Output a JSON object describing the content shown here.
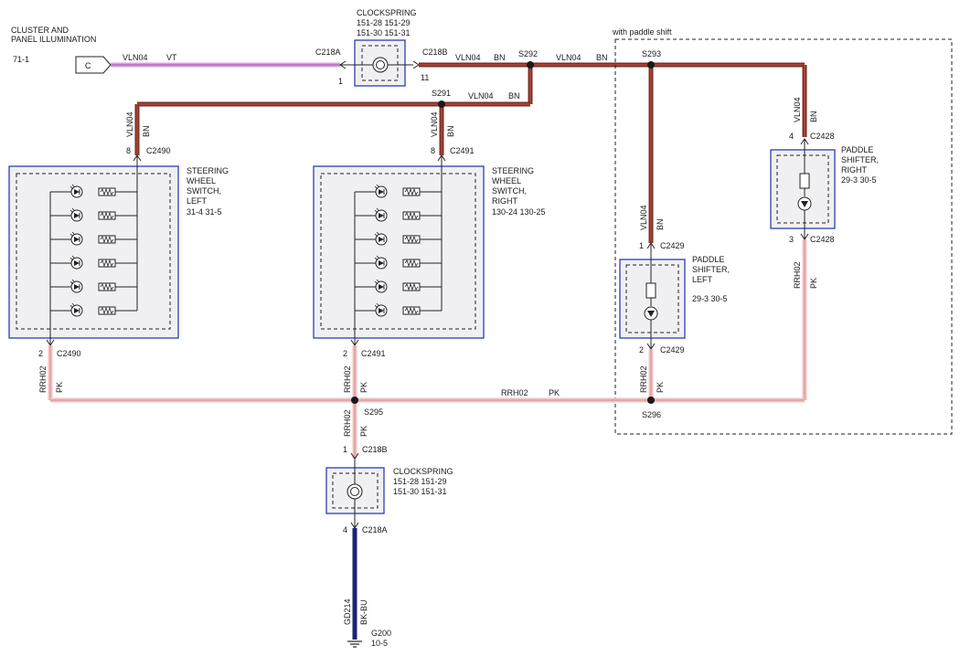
{
  "cluster_illumination": {
    "title_line1": "CLUSTER AND",
    "title_line2": "PANEL ILLUMINATION",
    "ref": "71-1",
    "connector_letter": "C"
  },
  "clockspring_top": {
    "title": "CLOCKSPRING",
    "refs_line1": "151-28  151-29",
    "refs_line2": "151-30  151-31",
    "connector_a": "C218A",
    "connector_b": "C218B",
    "pin_a": "1",
    "pin_b": "11"
  },
  "clockspring_bottom": {
    "title": "CLOCKSPRING",
    "refs_line1": "151-28  151-29",
    "refs_line2": "151-30  151-31",
    "connector_in": "C218B",
    "connector_out": "C218A",
    "pin_in": "1",
    "pin_out": "4"
  },
  "paddle_option_label": "with paddle shift",
  "wires": {
    "vln04": "VLN04",
    "vt": "VT",
    "bn": "BN",
    "rrh02": "RRH02",
    "pk": "PK",
    "gd214": "GD214",
    "bkbu": "BK-BU"
  },
  "splices": {
    "s291": "S291",
    "s292": "S292",
    "s293": "S293",
    "s295": "S295",
    "s296": "S296"
  },
  "switch_left": {
    "title_line1": "STEERING",
    "title_line2": "WHEEL",
    "title_line3": "SWITCH,",
    "title_line4": "LEFT",
    "refs": "31-4   31-5",
    "connector": "C2490",
    "pin_top": "8",
    "pin_bottom": "2"
  },
  "switch_right": {
    "title_line1": "STEERING",
    "title_line2": "WHEEL",
    "title_line3": "SWITCH,",
    "title_line4": "RIGHT",
    "refs": "130-24  130-25",
    "connector": "C2491",
    "pin_top": "8",
    "pin_bottom": "2"
  },
  "paddle_left": {
    "title_line1": "PADDLE",
    "title_line2": "SHIFTER,",
    "title_line3": "LEFT",
    "refs": "29-3    30-5",
    "connector": "C2429",
    "pin_top": "1",
    "pin_bottom": "2"
  },
  "paddle_right": {
    "title_line1": "PADDLE",
    "title_line2": "SHIFTER,",
    "title_line3": "RIGHT",
    "refs": "29-3    30-5",
    "connector": "C2428",
    "pin_top": "4",
    "pin_bottom": "3"
  },
  "ground": {
    "label": "G200",
    "ref": "10-5"
  }
}
